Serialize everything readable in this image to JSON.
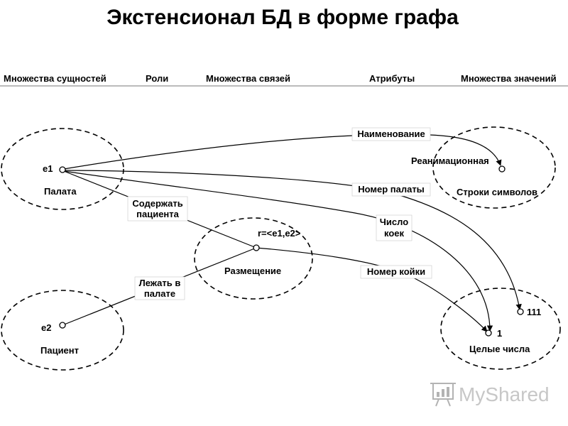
{
  "title": "Экстенсионал БД в форме графа",
  "columns": {
    "entity_sets": "Множества сущностей",
    "roles": "Роли",
    "relationship_sets": "Множества связей",
    "attributes": "Атрибуты",
    "value_sets": "Множества значений"
  },
  "sets": {
    "palata": "Палата",
    "patient": "Пациент",
    "placement": "Размещение",
    "strings": "Строки символов",
    "integers": "Целые числа"
  },
  "nodes": {
    "e1": "e1",
    "e2": "e2",
    "r": "r=<e1,e2>",
    "reanim": "Реанимационная",
    "v111": "111",
    "v1": "1"
  },
  "roles": {
    "contain_line1": "Содержать",
    "contain_line2": "пациента",
    "lie_line1": "Лежать в",
    "lie_line2": "палате"
  },
  "attributes": {
    "name": "Наименование",
    "ward_number": "Номер палаты",
    "beds_line1": "Число",
    "beds_line2": "коек",
    "bed_number": "Номер койки"
  },
  "watermark": {
    "text": "MyShared",
    "icon": "presentation-board-icon"
  }
}
